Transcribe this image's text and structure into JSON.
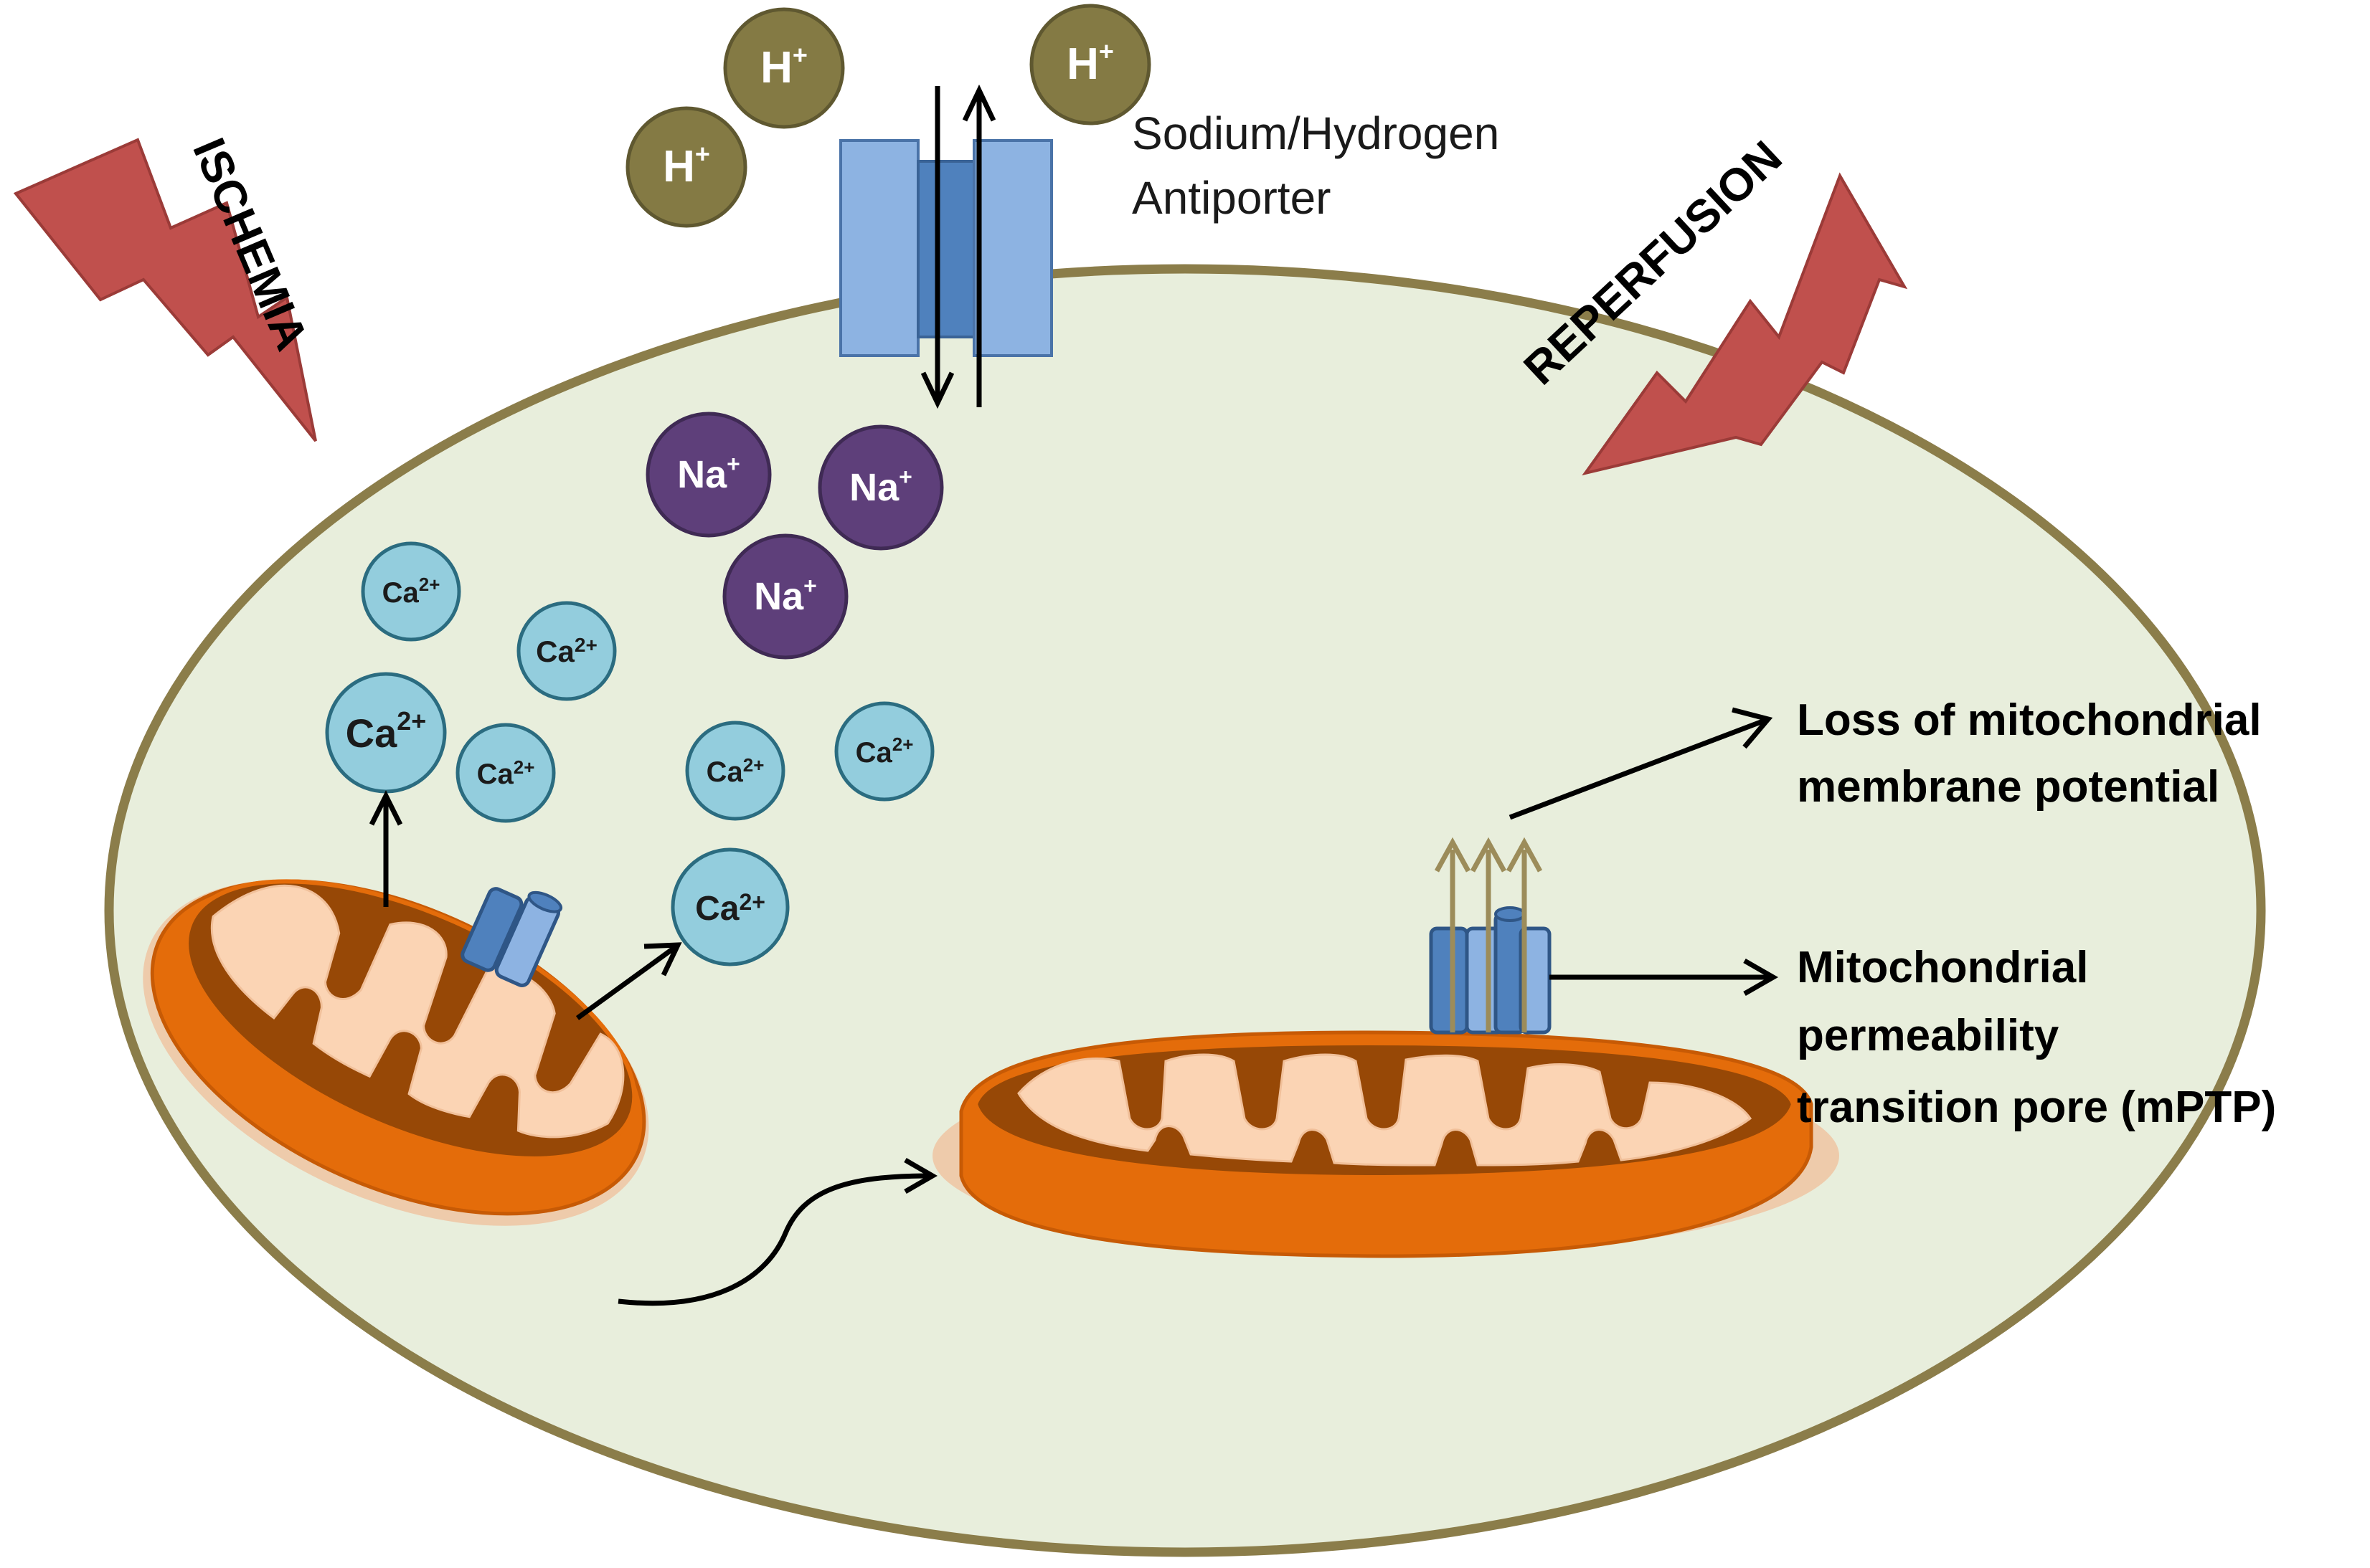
{
  "events": {
    "ischemia": "ISCHEMIA",
    "reperfusion": "REPERFUSION"
  },
  "antiporter": {
    "label_line1": "Sodium/Hydrogen",
    "label_line2": "Antiporter"
  },
  "ions": {
    "hydrogen": {
      "base": "H",
      "sup": "+"
    },
    "sodium": {
      "base": "Na",
      "sup": "+"
    },
    "calcium": {
      "base": "Ca",
      "sup": "2+"
    }
  },
  "annotations": {
    "loss_line1": "Loss of mitochondrial",
    "loss_line2": "membrane potential",
    "mptp_line1": "Mitochondrial",
    "mptp_line2": "permeability",
    "mptp_line3": "transition pore (mPTP)"
  },
  "colors": {
    "cell_fill": "#e8eedc",
    "cell_border": "#8b7d4a",
    "lightning": "#c0504d",
    "hydrogen_ion": "#847a44",
    "sodium_ion": "#5e3f7a",
    "calcium_ion": "#93cddd",
    "antiporter_light": "#8db3e2",
    "antiporter_dark": "#4f81bd",
    "mito_outer": "#e46c0a",
    "mito_inner": "#974806",
    "mito_cristae": "#fbd4b4",
    "mptp_arrow": "#9c8c5a"
  }
}
